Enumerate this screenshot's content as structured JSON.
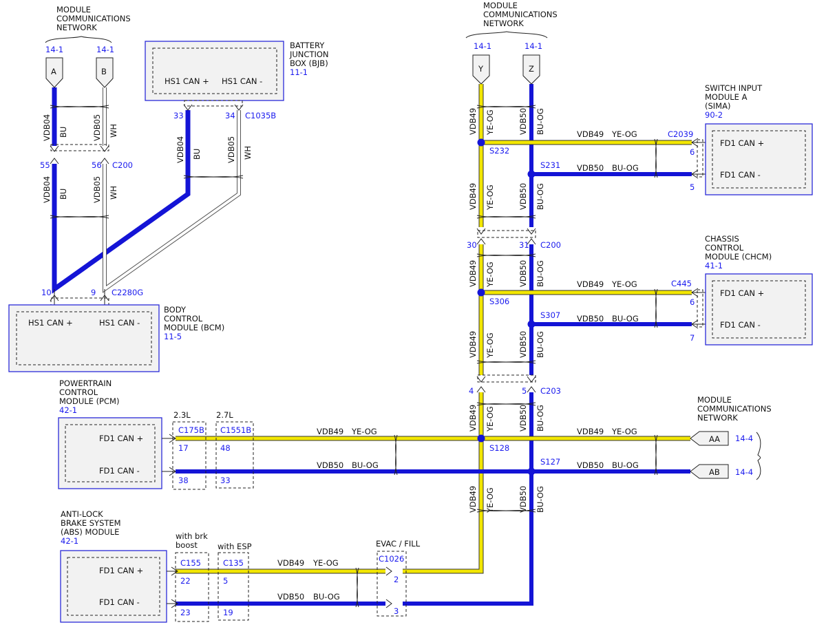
{
  "colors": {
    "blue": "#1414d6",
    "yellow": "#f2e600",
    "label_blue": "#1a1aee",
    "module_fill": "#f2f2f2"
  },
  "network": {
    "left": {
      "title": [
        "MODULE",
        "COMMUNICATIONS",
        "NETWORK"
      ],
      "ref_a": "14-1",
      "ref_b": "14-1",
      "conn_a": "A",
      "conn_b": "B"
    },
    "top": {
      "title": [
        "MODULE",
        "COMMUNICATIONS",
        "NETWORK"
      ],
      "ref_y": "14-1",
      "ref_z": "14-1",
      "conn_y": "Y",
      "conn_z": "Z"
    },
    "right": {
      "title": [
        "MODULE",
        "COMMUNICATIONS",
        "NETWORK"
      ],
      "ref_aa": "14-4",
      "ref_ab": "14-4",
      "conn_aa": "AA",
      "conn_ab": "AB"
    }
  },
  "modules": {
    "bjb": {
      "title": [
        "BATTERY",
        "JUNCTION",
        "BOX (BJB)"
      ],
      "ref": "11-1",
      "pin_plus": "HS1 CAN +",
      "pin_minus": "HS1 CAN -"
    },
    "bcm": {
      "title": [
        "BODY",
        "CONTROL",
        "MODULE (BCM)"
      ],
      "ref": "11-5",
      "pin_plus": "HS1 CAN +",
      "pin_minus": "HS1 CAN -"
    },
    "sima": {
      "title": [
        "SWITCH INPUT",
        "MODULE A",
        "(SIMA)"
      ],
      "ref": "90-2",
      "pin_plus": "FD1 CAN +",
      "pin_minus": "FD1 CAN -"
    },
    "chcm": {
      "title": [
        "CHASSIS",
        "CONTROL",
        "MODULE (CHCM)"
      ],
      "ref": "41-1",
      "pin_plus": "FD1 CAN +",
      "pin_minus": "FD1 CAN -"
    },
    "pcm": {
      "title": [
        "POWERTRAIN",
        "CONTROL",
        "MODULE (PCM)"
      ],
      "ref": "42-1",
      "pin_plus": "FD1 CAN +",
      "pin_minus": "FD1 CAN -"
    },
    "abs": {
      "title": [
        "ANTI-LOCK",
        "BRAKE SYSTEM",
        "(ABS) MODULE"
      ],
      "ref": "42-1",
      "pin_plus": "FD1 CAN +",
      "pin_minus": "FD1 CAN -"
    }
  },
  "circuits": {
    "vdb04": "VDB04",
    "vdb05": "VDB05",
    "vdb49": "VDB49",
    "vdb50": "VDB50",
    "bu": "BU",
    "wh": "WH",
    "ye_og": "YE-OG",
    "bu_og": "BU-OG"
  },
  "connectors": {
    "c200_left": "C200",
    "pin55": "55",
    "pin56": "56",
    "c1035b": "C1035B",
    "pin33": "33",
    "pin34": "34",
    "c2280g": "C2280G",
    "pin10": "10",
    "pin9": "9",
    "c2039": "C2039",
    "pin6_sima": "6",
    "pin5_sima": "5",
    "c200_right": "C200",
    "pin30": "30",
    "pin31": "31",
    "c445": "C445",
    "pin6_chcm": "6",
    "pin7_chcm": "7",
    "c203": "C203",
    "pin4": "4",
    "pin5": "5",
    "c175b": "C175B",
    "c175b_variant": "2.3L",
    "pin17": "17",
    "pin38": "38",
    "c1551b": "C1551B",
    "c1551b_variant": "2.7L",
    "pin48": "48",
    "pin33_pcm": "33",
    "c155": "C155",
    "c155_variant": [
      "with brk",
      "boost"
    ],
    "pin22": "22",
    "pin23": "23",
    "c135": "C135",
    "c135_variant": "with ESP",
    "pin5_abs": "5",
    "pin19": "19",
    "c1026": "C1026",
    "c1026_variant": "EVAC / FILL",
    "pin2": "2",
    "pin3": "3"
  },
  "splices": {
    "s232": "S232",
    "s231": "S231",
    "s306": "S306",
    "s307": "S307",
    "s128": "S128",
    "s127": "S127"
  }
}
